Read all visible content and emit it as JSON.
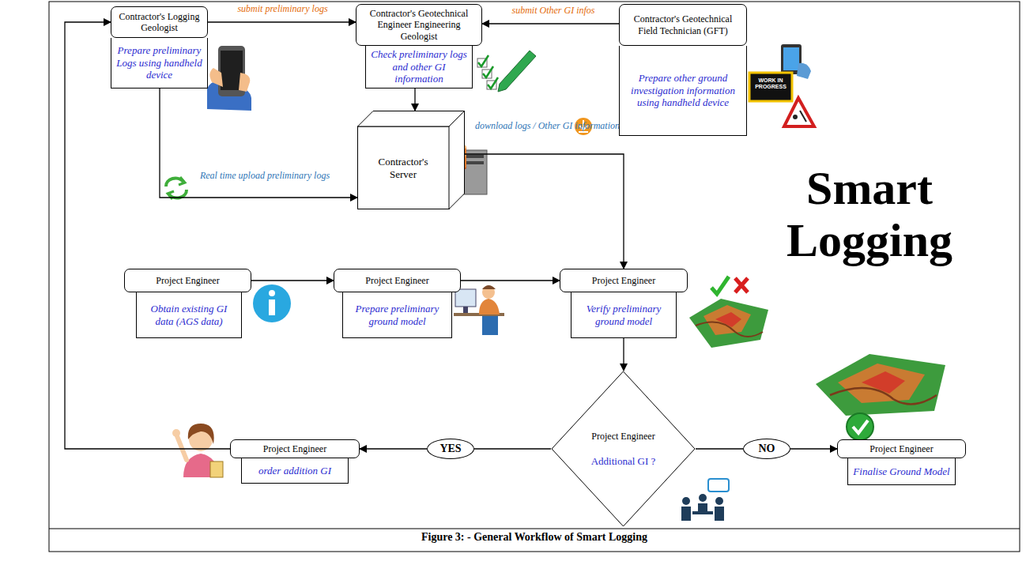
{
  "diagram": {
    "title": "Smart Logging",
    "caption": "Figure 3: - General Workflow of Smart Logging",
    "nodes": [
      {
        "text": [
          "Contractor's Logging Geologist",
          "Prepare preliminary Logs using handheld device"
        ]
      },
      {
        "text": [
          "Contractor's Geotechnical Engineer Engineering Geologist",
          "Check preliminary logs and other GI information"
        ]
      },
      {
        "text": [
          "Contractor's Geotechnical Field Technician (GFT)",
          "Prepare other ground investigation information using handheld device"
        ]
      },
      {
        "text": [
          "Contractor's Server"
        ]
      },
      {
        "text": [
          "Project Engineer",
          "Obtain existing GI data (AGS data)"
        ]
      },
      {
        "text": [
          "Project Engineer",
          "Prepare preliminary ground model"
        ]
      },
      {
        "text": [
          "Project Engineer",
          "Verify preliminary ground model"
        ]
      },
      {
        "text": [
          "Project Engineer",
          "order addition GI"
        ]
      },
      {
        "text": [
          "YES"
        ]
      },
      {
        "text": [
          "Project Engineer",
          "Additional GI ?"
        ]
      },
      {
        "text": [
          "NO"
        ]
      },
      {
        "text": [
          "Project Engineer",
          "Finalise Ground Model"
        ]
      }
    ],
    "edges": [
      {
        "from": 0,
        "to": 1,
        "arrow": "to",
        "label": "submit preliminary logs"
      },
      {
        "from": 2,
        "to": 1,
        "arrow": "to",
        "label": "submit Other GI infos"
      },
      {
        "from": 1,
        "to": 3,
        "arrow": "to"
      },
      {
        "from": 0,
        "to": 3,
        "arrow": "to",
        "label": "Real time upload preliminary logs"
      },
      {
        "from": 3,
        "to": 6,
        "arrow": "to",
        "label": "download logs / Other GI information"
      },
      {
        "from": 4,
        "to": 5,
        "arrow": "to"
      },
      {
        "from": 5,
        "to": 6,
        "arrow": "to"
      },
      {
        "from": 6,
        "to": 9,
        "arrow": "to"
      },
      {
        "from": 9,
        "to": 8,
        "arrow": "none"
      },
      {
        "from": 8,
        "to": 7,
        "arrow": "to"
      },
      {
        "from": 9,
        "to": 10,
        "arrow": "none"
      },
      {
        "from": 10,
        "to": 11,
        "arrow": "to"
      },
      {
        "from": 7,
        "to": 0,
        "arrow": "to"
      }
    ],
    "labels": [
      "WORK IN PROGRESS"
    ]
  }
}
